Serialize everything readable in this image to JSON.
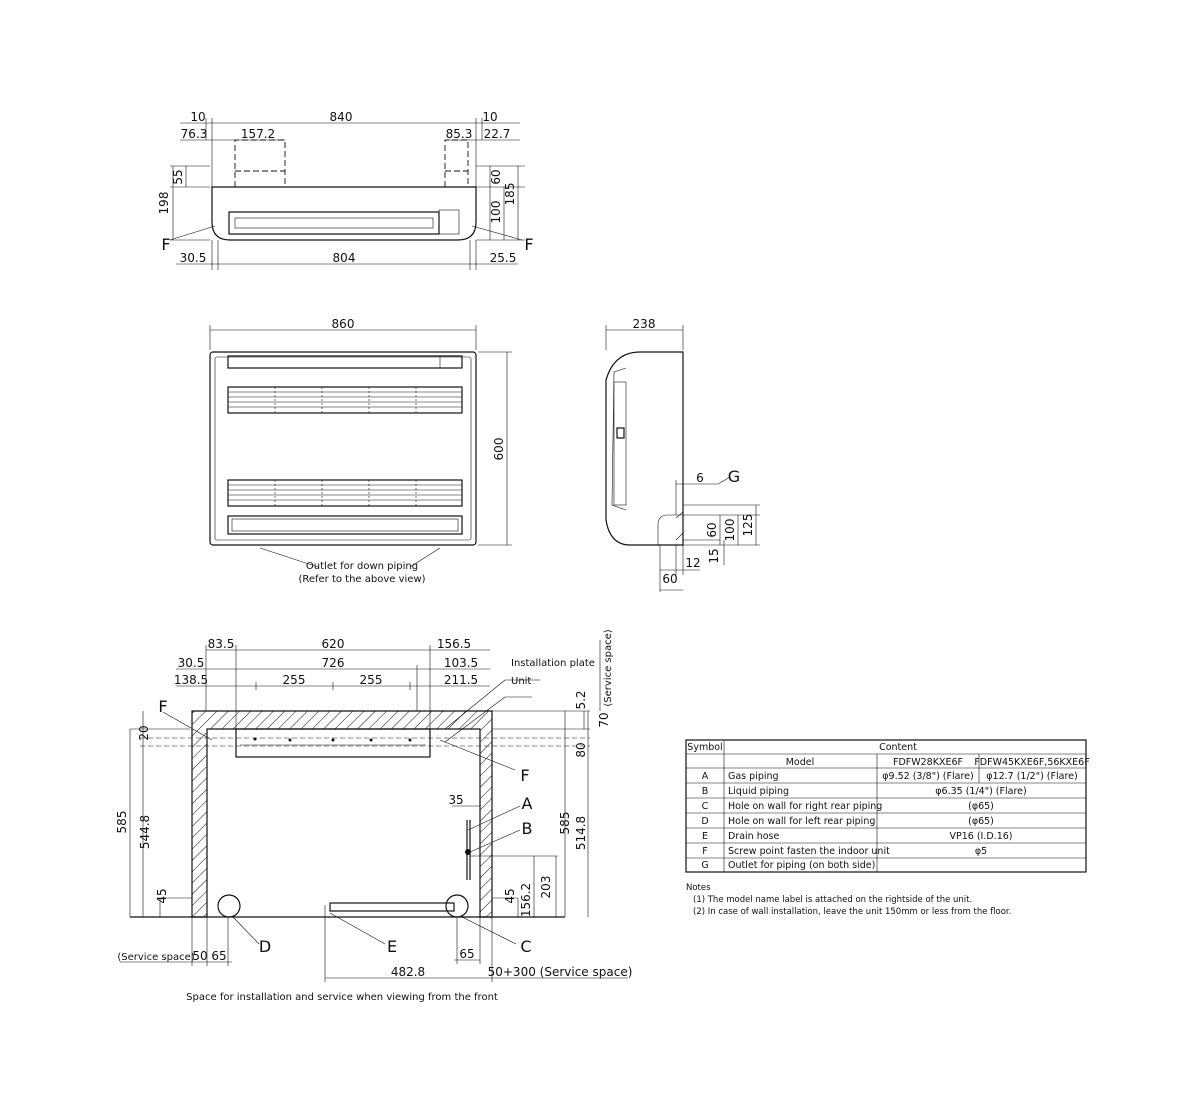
{
  "top_view": {
    "dims": {
      "d10l": "10",
      "d840": "840",
      "d10r": "10",
      "d763": "76.3",
      "d1572": "157.2",
      "d853": "85.3",
      "d227": "22.7",
      "d55": "55",
      "d198": "198",
      "d60": "60",
      "d100": "100",
      "d185": "185",
      "d305": "30.5",
      "d804": "804",
      "d255": "25.5"
    },
    "labels": {
      "fl": "F",
      "fr": "F"
    }
  },
  "front_view": {
    "dims": {
      "d860": "860",
      "d600": "600"
    },
    "caption1": "Outlet for down piping",
    "caption2": "(Refer to the above view)"
  },
  "side_view": {
    "dims": {
      "d238": "238",
      "d6": "6",
      "d60a": "60",
      "d100": "100",
      "d125": "125",
      "d15": "15",
      "d12": "12",
      "d60b": "60"
    },
    "labels": {
      "g": "G"
    }
  },
  "install_view": {
    "dims": {
      "d835": "83.5",
      "d620": "620",
      "d1565": "156.5",
      "d305": "30.5",
      "d726": "726",
      "d1035": "103.5",
      "d1385": "138.5",
      "d255a": "255",
      "d255b": "255",
      "d2115": "211.5",
      "d20": "20",
      "d585l": "585",
      "d5448l": "544.8",
      "d45l": "45",
      "d52": "5.2",
      "d70": "70",
      "d80": "80",
      "d585r": "585",
      "d5148": "514.8",
      "d35": "35",
      "d45r": "45",
      "d1562": "156.2",
      "d203": "203",
      "d50": "50",
      "d65l": "65",
      "d4828": "482.8",
      "d65r": "65"
    },
    "service_left": "(Service space)",
    "service_right": "50+300 (Service space)",
    "service_top": "(Service space)",
    "install_plate": "Installation plate",
    "unit": "Unit",
    "labels": {
      "f1": "F",
      "f2": "F",
      "a": "A",
      "b": "B",
      "c": "C",
      "d": "D",
      "e": "E"
    },
    "caption": "Space for installation and service when viewing from the front"
  },
  "table": {
    "header_symbol": "Symbol",
    "header_content": "Content",
    "model_label": "Model",
    "model_1": "FDFW28KXE6F",
    "model_2": "FDFW45KXE6F,56KXE6F",
    "rows": [
      {
        "sym": "A",
        "name": "Gas piping",
        "v1": "φ9.52 (3/8\") (Flare)",
        "v2": "φ12.7 (1/2\") (Flare)"
      },
      {
        "sym": "B",
        "name": "Liquid piping",
        "v": "φ6.35 (1/4\") (Flare)"
      },
      {
        "sym": "C",
        "name": "Hole on wall for right rear piping",
        "v": "(φ65)"
      },
      {
        "sym": "D",
        "name": "Hole on wall for left rear piping",
        "v": "(φ65)"
      },
      {
        "sym": "E",
        "name": "Drain hose",
        "v": "VP16 (I.D.16)"
      },
      {
        "sym": "F",
        "name": "Screw point fasten the indoor unit",
        "v": "φ5"
      },
      {
        "sym": "G",
        "name": "Outlet for piping (on both side)",
        "v": ""
      }
    ]
  },
  "notes": {
    "title": "Notes",
    "n1": "(1)  The model name label is attached on the rightside of the unit.",
    "n2": "(2)  In case of wall installation, leave the unit 150mm or less from the floor."
  }
}
